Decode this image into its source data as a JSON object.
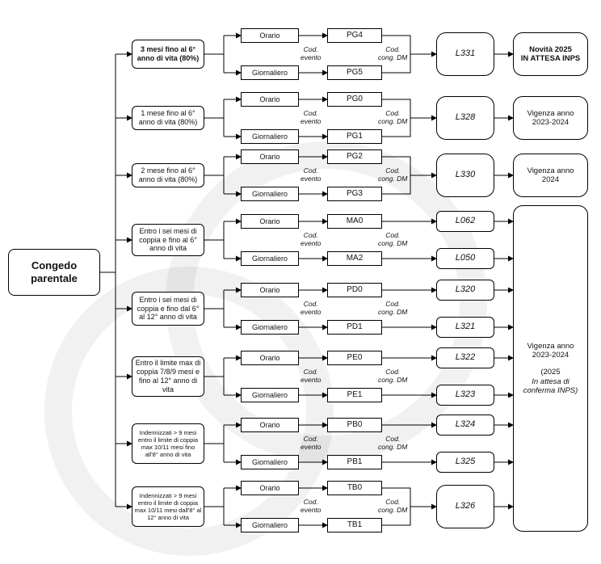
{
  "root": "Congedo parentale",
  "captions": {
    "evento": "Cod.\nevento",
    "dm": "Cod.\ncong. DM"
  },
  "types": {
    "orario": "Orario",
    "giornaliero": "Giornaliero"
  },
  "groups": [
    {
      "category": "3 mesi fino al 6° anno di vita (80%)",
      "code_orario": "PG4",
      "code_giornaliero": "PG5",
      "laws": [
        "L331"
      ],
      "status": "Novità 2025\nIN ATTESA INPS"
    },
    {
      "category": "1 mese fino al 6° anno di vita (80%)",
      "code_orario": "PG0",
      "code_giornaliero": "PG1",
      "laws": [
        "L328"
      ],
      "status": "Vigenza anno\n2023-2024"
    },
    {
      "category": "2 mese fino al 6° anno di vita (80%)",
      "code_orario": "PG2",
      "code_giornaliero": "PG3",
      "laws": [
        "L330"
      ],
      "status": "Vigenza anno\n2024"
    },
    {
      "category": "Entro i sei mesi di coppia e fino al 6° anno di vita",
      "code_orario": "MA0",
      "code_giornaliero": "MA2",
      "laws": [
        "L062",
        "L050"
      ]
    },
    {
      "category": "Entro i sei mesi di coppia e fino dal 6° al 12° anno di vita",
      "code_orario": "PD0",
      "code_giornaliero": "PD1",
      "laws": [
        "L320",
        "L321"
      ]
    },
    {
      "category": "Entro il limite max di coppia 7/8/9 mesi e fino al 12° anno di vita",
      "code_orario": "PE0",
      "code_giornaliero": "PE1",
      "laws": [
        "L322",
        "L323"
      ]
    },
    {
      "category": "Indennizzati > 9 mesi entro il limite di coppia max 10/11 mesi fino all'8° anno di vita",
      "code_orario": "PB0",
      "code_giornaliero": "PB1",
      "laws": [
        "L324",
        "L325"
      ]
    },
    {
      "category": "Indennizzati > 9 mesi entro il limite di coppia max 10/11 mesi dall'8° al 12° anno di vita",
      "code_orario": "TB0",
      "code_giornaliero": "TB1",
      "laws": [
        "L326"
      ]
    }
  ],
  "shared_status": {
    "line1": "Vigenza anno",
    "line2": "2023-2024",
    "line3": "(2025",
    "line4": "In attesa di",
    "line5": "conferma INPS)"
  }
}
